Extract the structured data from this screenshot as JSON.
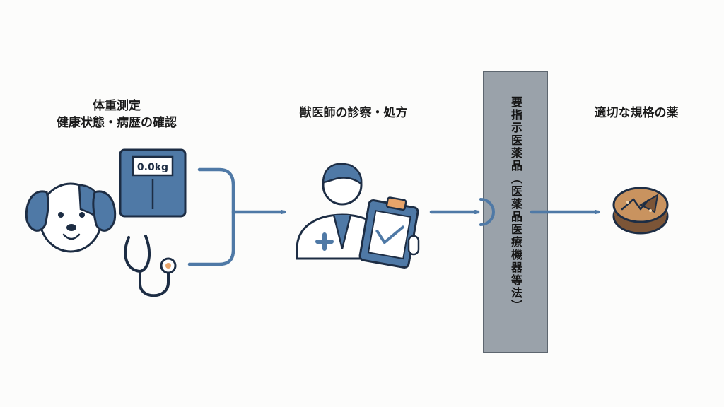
{
  "labels": {
    "step1_line1": "体重測定",
    "step1_line2": "健康状態・病歴の確認",
    "step2": "獣医師の診察・処方",
    "step4": "適切な規格の薬",
    "barrier": "要指示医薬品（医薬品医療機器等法）"
  },
  "scale_display": "0.0kg",
  "icons": [
    "dog-icon",
    "scale-icon",
    "stethoscope-icon",
    "veterinarian-icon",
    "clipboard-icon",
    "medicine-tablet-icon"
  ],
  "colors": {
    "primary": "#4f79a6",
    "dark": "#1d2d44",
    "barrier": "#9aa2aa",
    "medicine": "#a87a4f"
  }
}
